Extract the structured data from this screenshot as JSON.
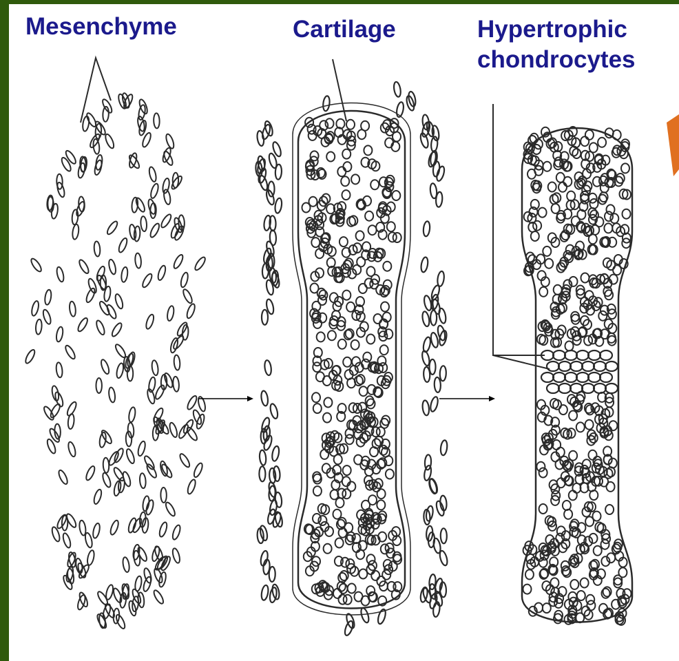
{
  "labels": {
    "mesenchyme": "Mesenchyme",
    "cartilage": "Cartilage",
    "hypertrophic_line1": "Hypertrophic",
    "hypertrophic_line2": "chondrocytes"
  },
  "colors": {
    "frame_green": "#2f5a0c",
    "label_blue": "#1b1a8c",
    "ink": "#2a2a2a",
    "accent_orange": "#e07020"
  }
}
